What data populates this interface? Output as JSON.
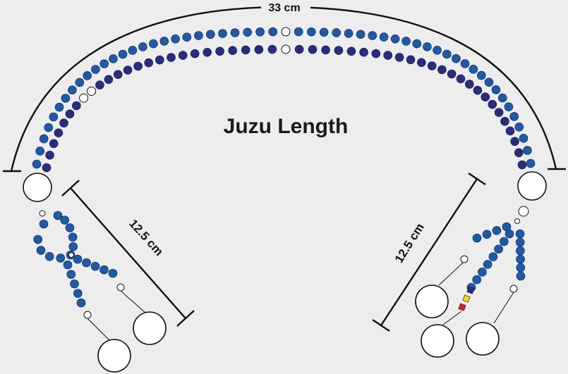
{
  "title": "Juzu Length",
  "dimensions": {
    "main_length": "33 cm",
    "left_tassel_length": "12.5 cm",
    "right_tassel_length": "12.5 cm"
  },
  "colors": {
    "background": "#ededed",
    "bead_blue": "#1f5aa8",
    "bead_navy": "#2b2c7e",
    "bead_outline": "#0e1f4a",
    "white_bead": "#ffffff",
    "line": "#111111",
    "marker_red": "#d81f26",
    "marker_yellow": "#f5d214",
    "marker_navy": "#2b2c7e"
  }
}
